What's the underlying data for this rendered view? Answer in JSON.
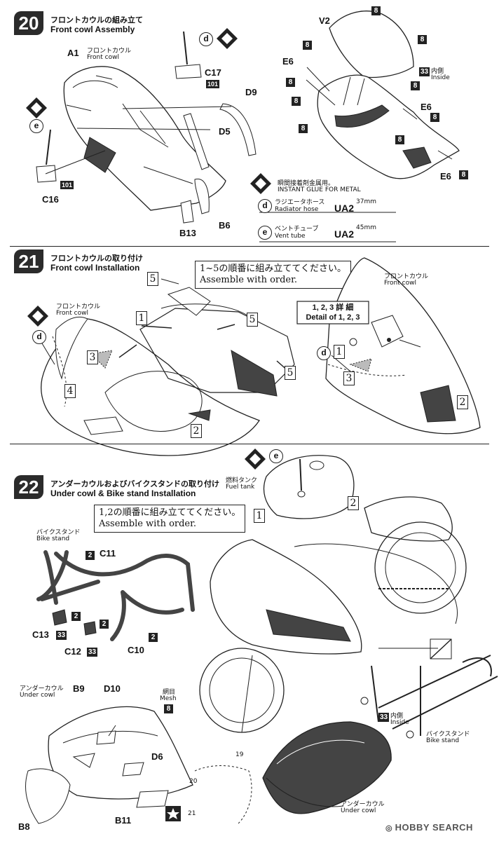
{
  "step20": {
    "number": "20",
    "title_ja": "フロントカウルの組み立て",
    "title_en": "Front cowl Assembly",
    "labels": {
      "a1": "A1",
      "front_cowl_ja": "フロントカウル",
      "front_cowl_en": "Front cowl",
      "c17": "C17",
      "c17_paint": "101",
      "d9": "D9",
      "d5": "D5",
      "c16": "C16",
      "c16_paint": "101",
      "b13": "B13",
      "b6": "B6",
      "d": "d",
      "e": "e",
      "v2": "V2",
      "e6": "E6",
      "paint8": "8",
      "paint33": "33",
      "inside_ja": "内側",
      "inside_en": "Inside"
    },
    "legend": {
      "glue_ja": "瞬間接着剤金属用。",
      "glue_en": "INSTANT GLUE  FOR METAL",
      "d_label": "d",
      "d_ja": "ラジエータホース",
      "d_en": "Radiator hose",
      "d_part": "UA2",
      "d_len": "37mm",
      "e_label": "e",
      "e_ja": "ベントチューブ",
      "e_en": "Vent tube",
      "e_part": "UA2",
      "e_len": "45mm"
    }
  },
  "step21": {
    "number": "21",
    "title_ja": "フロントカウルの取り付け",
    "title_en": "Front cowl Installation",
    "note_ja": "1~5の順番に組み立ててください。",
    "note_en": "Assemble with order.",
    "front_cowl_ja": "フロントカウル",
    "front_cowl_en": "Front cowl",
    "detail_ja": "1, 2, 3 詳 細",
    "detail_en": "Detail of 1, 2, 3",
    "d": "d",
    "nums": [
      "1",
      "2",
      "3",
      "4",
      "5"
    ]
  },
  "step22": {
    "number": "22",
    "title_ja": "アンダーカウルおよびバイクスタンドの取り付け",
    "title_en": "Under cowl & Bike stand Installation",
    "note_ja": "1,2の順番に組み立ててください。",
    "note_en": "Assemble with order.",
    "fuel_tank_ja": "燃料タンク",
    "fuel_tank_en": "Fuel tank",
    "e": "e",
    "bike_stand_ja": "バイクスタンド",
    "bike_stand_en": "Bike stand",
    "labels": {
      "c11": "C11",
      "c13": "C13",
      "c12": "C12",
      "c10": "C10",
      "paint2": "2",
      "paint33": "33",
      "paint8": "8",
      "under_cowl_ja": "アンダーカウル",
      "under_cowl_en": "Under cowl",
      "b9": "B9",
      "d10": "D10",
      "mesh_ja": "網目",
      "mesh_en": "Mesh",
      "d6": "D6",
      "b8": "B8",
      "b11": "B11",
      "n19": "19",
      "n20": "20",
      "n21": "21",
      "inside_ja": "内側",
      "inside_en": "Inside"
    },
    "nums": [
      "1",
      "2"
    ]
  },
  "watermark": "HOBBY SEARCH"
}
